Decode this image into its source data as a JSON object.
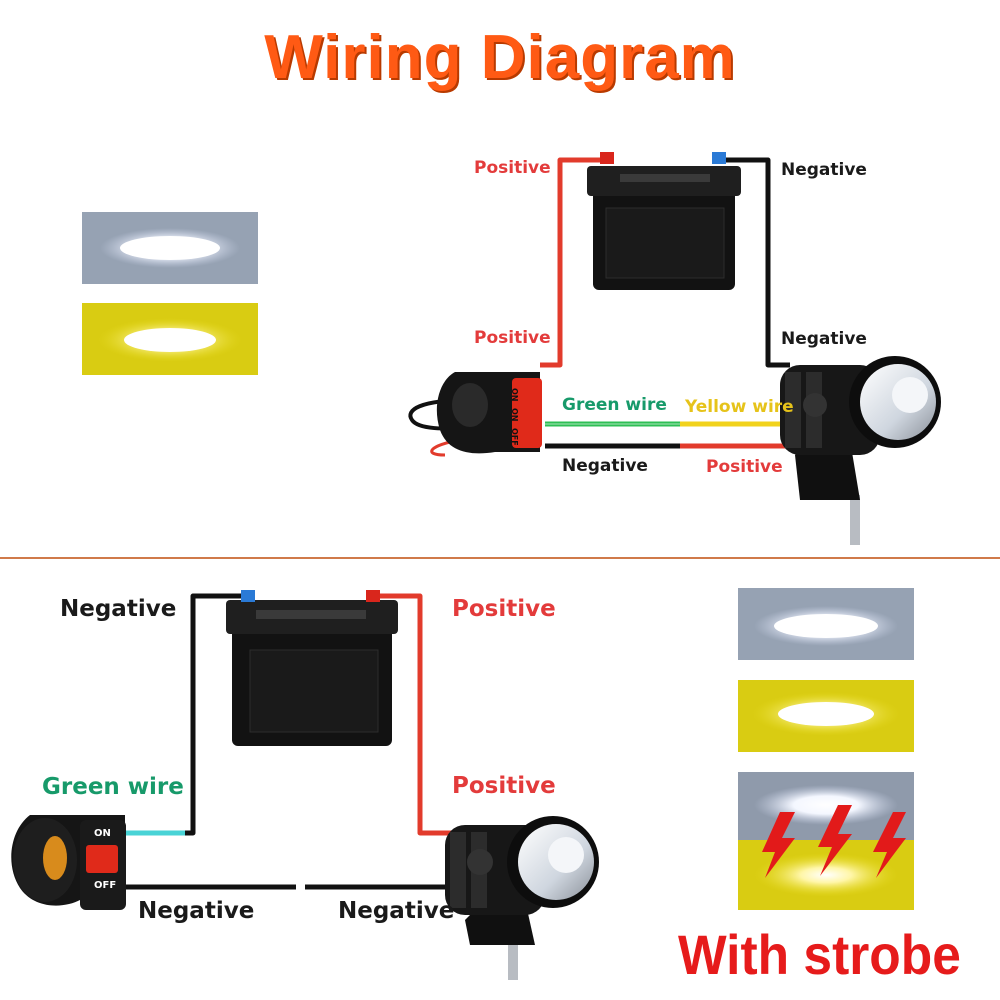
{
  "title": "Wiring Diagram",
  "top_diagram": {
    "label_positive_top": "Positive",
    "label_negative_top": "Negative",
    "label_positive_mid": "Positive",
    "label_negative_mid": "Negative",
    "label_green_wire": "Green wire",
    "label_yellow_wire": "Yellow wire",
    "label_negative_bottom": "Negative",
    "label_positive_bottom": "Positive",
    "switch_on_1": "ON",
    "switch_on_2": "ON",
    "switch_off": "OFF"
  },
  "bottom_diagram": {
    "label_negative_top": "Negative",
    "label_positive_top": "Positive",
    "label_green_wire": "Green wire",
    "label_positive_mid": "Positive",
    "label_negative_left": "Negative",
    "label_negative_right": "Negative",
    "switch_on": "ON",
    "switch_off": "OFF",
    "strobe_text": "With strobe"
  },
  "colors": {
    "title": "#ff5a14",
    "positive": "#e33b3b",
    "negative": "#1a1a1a",
    "green_wire": "#179a6a",
    "yellow_wire": "#e6c31a",
    "strobe": "#e61b1b"
  }
}
